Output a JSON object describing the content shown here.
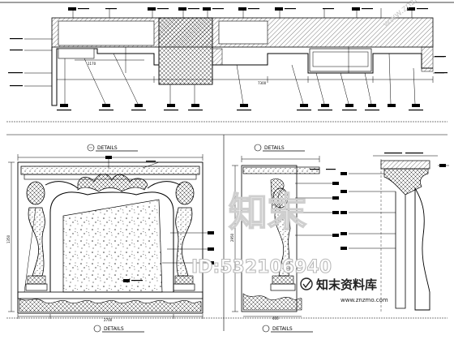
{
  "titles": {
    "details_1": "DETAILS",
    "details_2": "DETAILS",
    "details_3": "DETAILS",
    "details_4": "DETAILS"
  },
  "dimensions": {
    "ceiling_total": "7300",
    "ceiling_left": "1170",
    "fireplace_width": "2700",
    "fireplace_height": "1350",
    "side_depth": "400",
    "elevation_height": "2950"
  },
  "watermark": {
    "brand_cn": "知末",
    "id_label": "ID:532106940",
    "site_cn": "知末资料库",
    "site_url": "www.znzmo.com",
    "corner_url": "www.znzmo.com"
  }
}
